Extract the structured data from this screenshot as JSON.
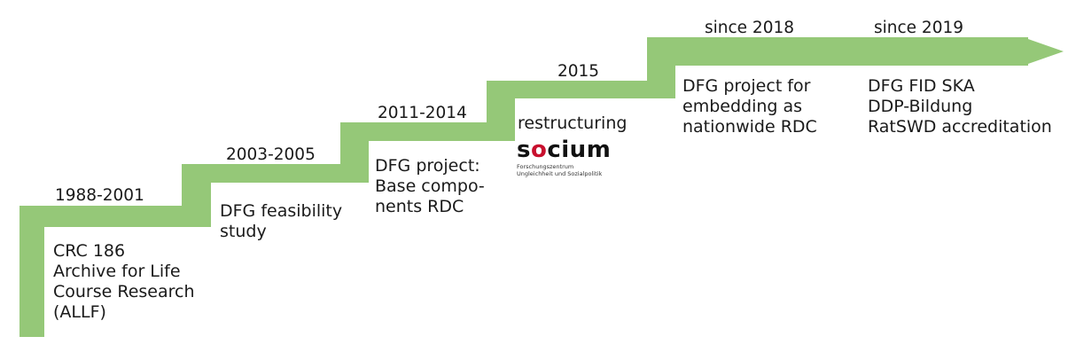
{
  "colors": {
    "stairs": "#95c878",
    "logo_accent": "#c8102e",
    "text": "#1a1a1a"
  },
  "steps": [
    {
      "period": "1988-2001",
      "lines": [
        "CRC 186",
        "Archive for Life",
        "Course Research",
        "(ALLF)"
      ]
    },
    {
      "period": "2003-2005",
      "lines": [
        "DFG feasibility",
        "study"
      ]
    },
    {
      "period": "2011-2014",
      "lines": [
        "DFG project:",
        "Base compo-",
        "nents RDC"
      ]
    },
    {
      "period": "2015",
      "lines": [
        "restructuring"
      ]
    },
    {
      "period": "since 2018",
      "lines": [
        "DFG project for",
        "embedding as",
        "nationwide RDC"
      ]
    },
    {
      "period": "since 2019",
      "lines": [
        "DFG FID SKA",
        "DDP-Bildung",
        "RatSWD accreditation"
      ]
    }
  ],
  "logo": {
    "prefix": "s",
    "accent": "o",
    "rest": "cium",
    "sub": [
      "Forschungszentrum",
      "Ungleichheit und Sozialpolitik"
    ]
  }
}
